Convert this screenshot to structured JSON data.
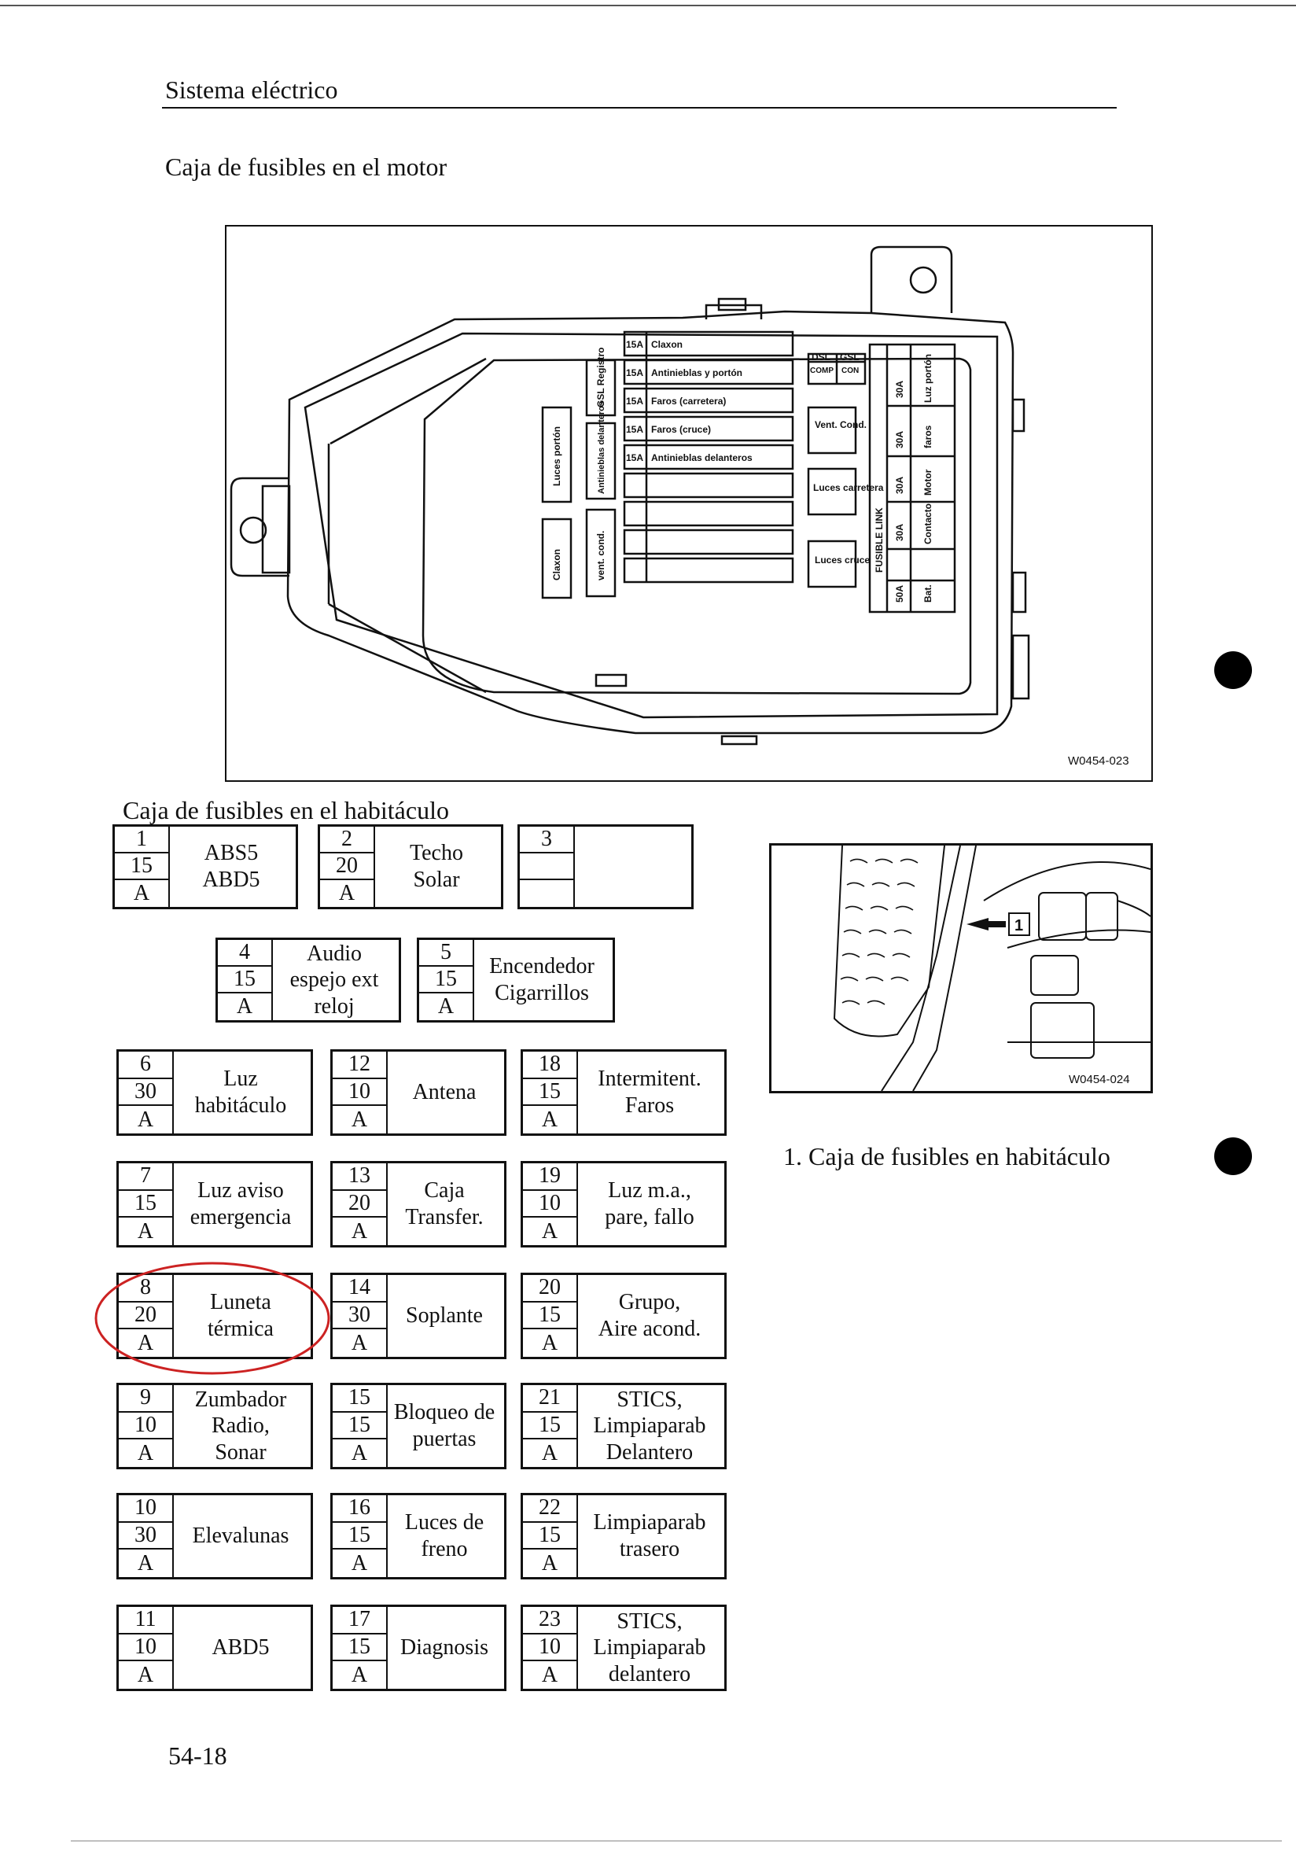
{
  "header": {
    "section": "Sistema eléctrico"
  },
  "engine_box": {
    "title": "Caja de fusibles en el motor",
    "ref": "W0454-023",
    "fuses": [
      {
        "amp": "15A",
        "label": "Claxon"
      },
      {
        "amp": "15A",
        "label": "Antinieblas y portón"
      },
      {
        "amp": "15A",
        "label": "Faros (carretera)"
      },
      {
        "amp": "15A",
        "label": "Faros (cruce)"
      },
      {
        "amp": "15A",
        "label": "Antinieblas delanteros"
      }
    ],
    "relays": {
      "gsl_registro": "GSL Registro",
      "luces_porton": "Luces portón",
      "antinieblas_delanteros": "Antinieblas delanteros",
      "claxon": "Claxon",
      "vent_cond_left": "vent. cond.",
      "dsl": "DSL",
      "gsl": "GSL",
      "comp": "COMP",
      "con": "CON",
      "vent_cond_right": "Vent. Cond.",
      "luces_carretera": "Luces carretera",
      "luces_cruce": "Luces cruce"
    },
    "fusible_link": {
      "label": "FUSIBLE LINK",
      "items": [
        {
          "amp": "30A",
          "label": "Luz portón"
        },
        {
          "amp": "30A",
          "label": "faros"
        },
        {
          "amp": "30A",
          "label": "Motor"
        },
        {
          "amp": "30A",
          "label": "Contacto"
        },
        {
          "amp": "50A",
          "label": "Bat."
        }
      ]
    }
  },
  "cabin_box": {
    "title": "Caja de fusibles en el habitáculo",
    "ref": "W0454-024",
    "callout": "1",
    "caption": "1. Caja de fusibles en habitáculo",
    "fuses": [
      {
        "n": "1",
        "amp": "15",
        "unit": "A",
        "lines": [
          "ABS5",
          "ABD5"
        ]
      },
      {
        "n": "2",
        "amp": "20",
        "unit": "A",
        "lines": [
          "Techo",
          "Solar"
        ]
      },
      {
        "n": "3",
        "amp": "",
        "unit": "",
        "lines": []
      },
      {
        "n": "4",
        "amp": "15",
        "unit": "A",
        "lines": [
          "Audio",
          "espejo ext",
          "reloj"
        ]
      },
      {
        "n": "5",
        "amp": "15",
        "unit": "A",
        "lines": [
          "Encendedor",
          "Cigarrillos"
        ]
      },
      {
        "n": "6",
        "amp": "30",
        "unit": "A",
        "lines": [
          "Luz",
          "habitáculo"
        ]
      },
      {
        "n": "12",
        "amp": "10",
        "unit": "A",
        "lines": [
          "Antena"
        ]
      },
      {
        "n": "18",
        "amp": "15",
        "unit": "A",
        "lines": [
          "Intermitent.",
          "Faros"
        ]
      },
      {
        "n": "7",
        "amp": "15",
        "unit": "A",
        "lines": [
          "Luz aviso",
          "emergencia"
        ]
      },
      {
        "n": "13",
        "amp": "20",
        "unit": "A",
        "lines": [
          "Caja",
          "Transfer."
        ]
      },
      {
        "n": "19",
        "amp": "10",
        "unit": "A",
        "lines": [
          "Luz m.a.,",
          "pare, fallo"
        ]
      },
      {
        "n": "8",
        "amp": "20",
        "unit": "A",
        "lines": [
          "Luneta",
          "térmica"
        ]
      },
      {
        "n": "14",
        "amp": "30",
        "unit": "A",
        "lines": [
          "Soplante"
        ]
      },
      {
        "n": "20",
        "amp": "15",
        "unit": "A",
        "lines": [
          "Grupo,",
          "Aire acond."
        ]
      },
      {
        "n": "9",
        "amp": "10",
        "unit": "A",
        "lines": [
          "Zumbador",
          "Radio,",
          "Sonar"
        ]
      },
      {
        "n": "15",
        "amp": "15",
        "unit": "A",
        "lines": [
          "Bloqueo de",
          "puertas"
        ]
      },
      {
        "n": "21",
        "amp": "15",
        "unit": "A",
        "lines": [
          "STICS,",
          "Limpiaparab",
          "Delantero"
        ]
      },
      {
        "n": "10",
        "amp": "30",
        "unit": "A",
        "lines": [
          "Elevalunas"
        ]
      },
      {
        "n": "16",
        "amp": "15",
        "unit": "A",
        "lines": [
          "Luces de",
          "freno"
        ]
      },
      {
        "n": "22",
        "amp": "15",
        "unit": "A",
        "lines": [
          "Limpiaparab",
          "trasero"
        ]
      },
      {
        "n": "11",
        "amp": "10",
        "unit": "A",
        "lines": [
          "ABD5"
        ]
      },
      {
        "n": "17",
        "amp": "15",
        "unit": "A",
        "lines": [
          "Diagnosis"
        ]
      },
      {
        "n": "23",
        "amp": "10",
        "unit": "A",
        "lines": [
          "STICS,",
          "Limpiaparab",
          "delantero"
        ]
      }
    ]
  },
  "footer": {
    "page": "54-18"
  },
  "colors": {
    "highlight_circle": "#cc2222"
  }
}
